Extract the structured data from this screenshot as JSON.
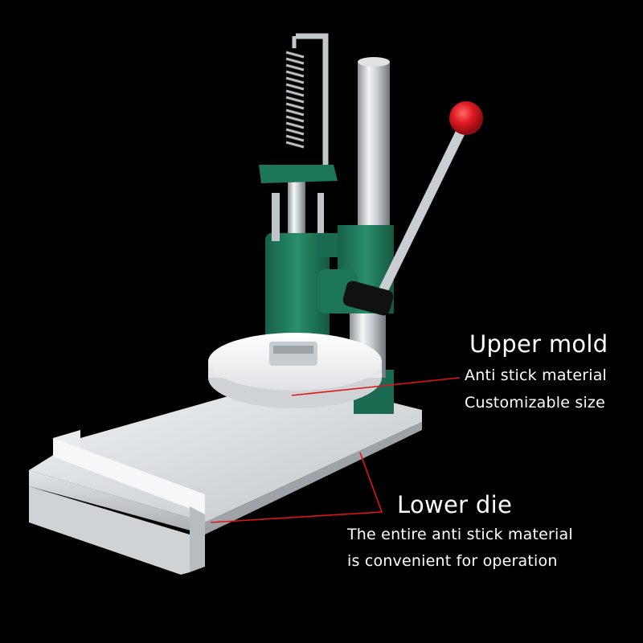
{
  "upper_mold": {
    "title": "Upper mold",
    "line1": "Anti stick material",
    "line2": "Customizable size"
  },
  "lower_die": {
    "title": "Lower die",
    "line1": "The entire anti stick material",
    "line2": "is convenient for operation"
  },
  "colors": {
    "background": "#000000",
    "machine_green": "#1f7a5c",
    "knob_red": "#e01a22",
    "callout_red": "#e0141a",
    "steel": "#d8dcdf",
    "text": "#ffffff"
  }
}
